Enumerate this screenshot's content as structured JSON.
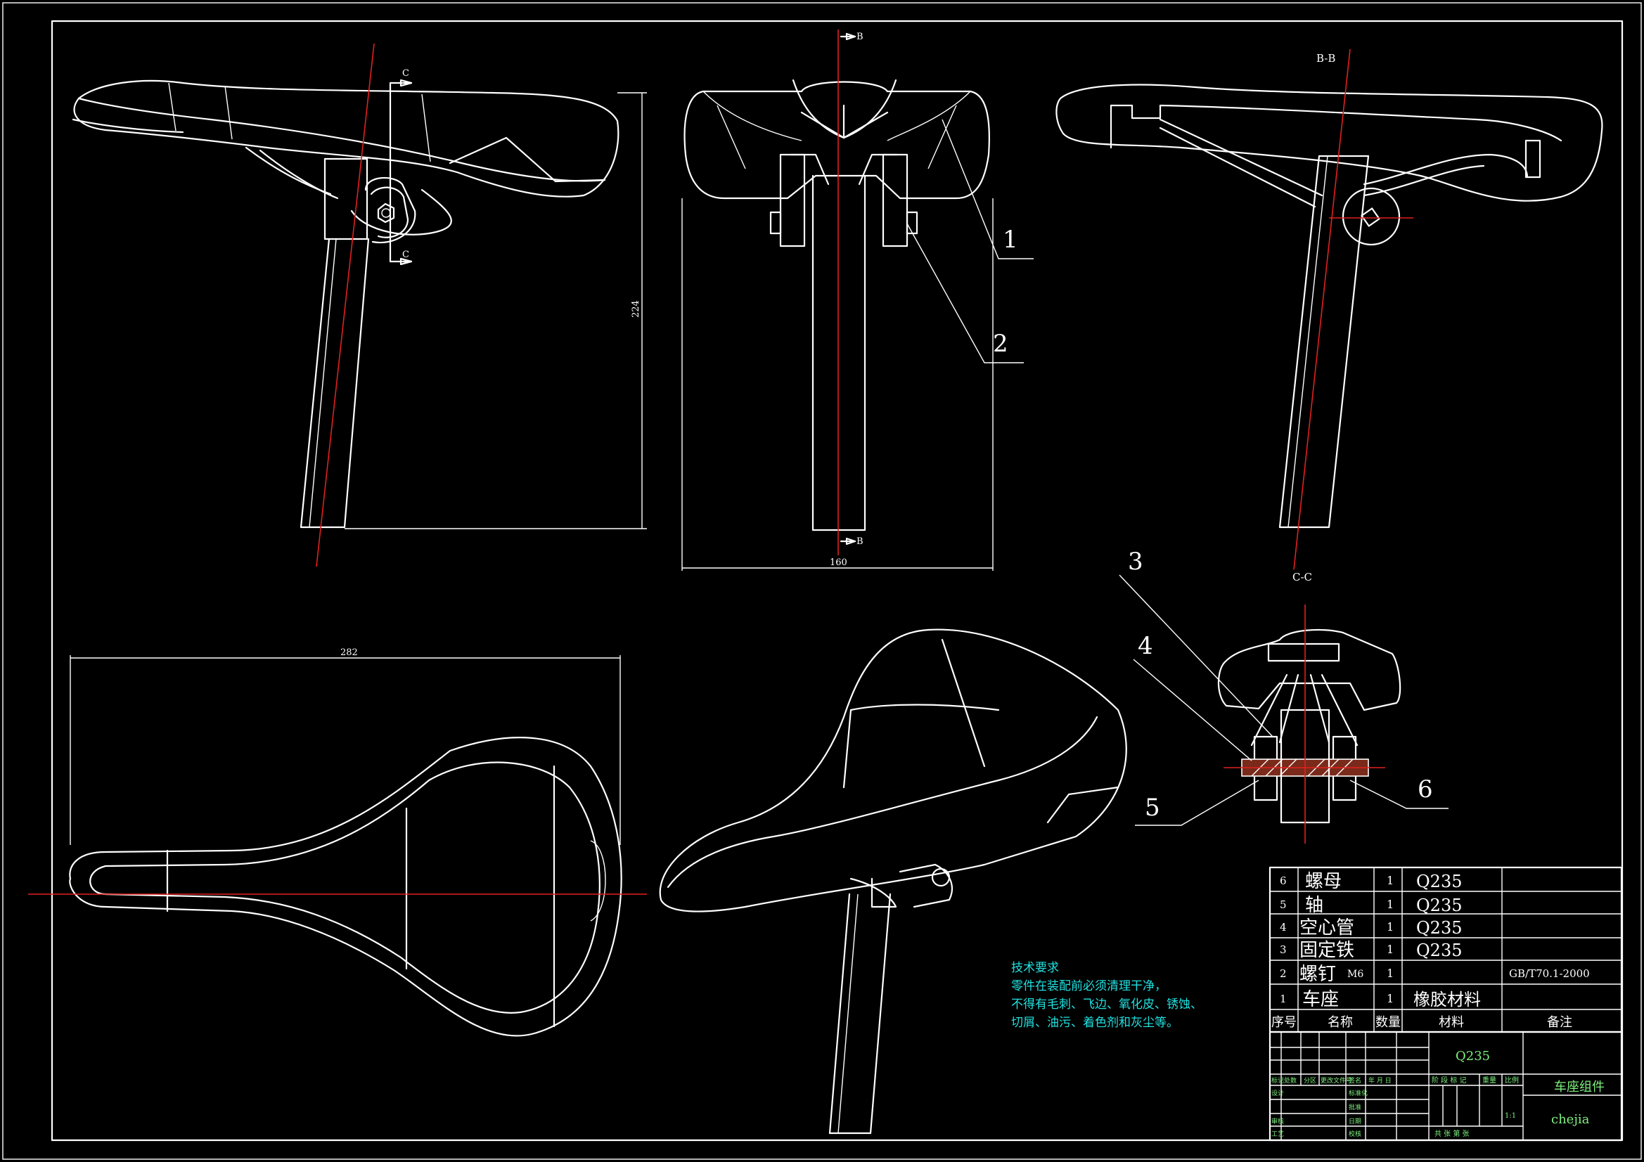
{
  "colors": {
    "background": "#000000",
    "line": "#ffffff",
    "centerline": "#e0211f",
    "tech_text": "#22e0e0",
    "title_text": "#7ff07f"
  },
  "section_labels": {
    "b_top": "B",
    "b_bottom": "B",
    "c_top": "C",
    "c_bottom": "C",
    "view_bb": "B-B",
    "view_cc": "C-C"
  },
  "dimensions": {
    "height": "224",
    "width_front": "160",
    "length_top": "282"
  },
  "leaders": [
    "1",
    "2",
    "3",
    "4",
    "5",
    "6"
  ],
  "technical_requirements": {
    "title": "技术要求",
    "lines": [
      "零件在装配前必须清理干净，",
      "不得有毛刺、飞边、氧化皮、锈蚀、",
      "切屑、油污、着色剂和灰尘等。"
    ]
  },
  "parts_table": {
    "rows": [
      {
        "no": "6",
        "name": "螺母",
        "spec": "",
        "qty": "1",
        "material": "Q235",
        "note": ""
      },
      {
        "no": "5",
        "name": "轴",
        "spec": "",
        "qty": "1",
        "material": "Q235",
        "note": ""
      },
      {
        "no": "4",
        "name": "空心管",
        "spec": "",
        "qty": "1",
        "material": "Q235",
        "note": ""
      },
      {
        "no": "3",
        "name": "固定铁",
        "spec": "",
        "qty": "1",
        "material": "Q235",
        "note": ""
      },
      {
        "no": "2",
        "name": "螺钉",
        "spec": "M6",
        "qty": "1",
        "material": "",
        "note": "GB/T70.1-2000"
      },
      {
        "no": "1",
        "name": "车座",
        "spec": "",
        "qty": "1",
        "material": "橡胶材料",
        "note": ""
      }
    ],
    "header": {
      "no": "序号",
      "name": "名称",
      "qty": "数量",
      "material": "材料",
      "note": "备注"
    }
  },
  "title_block": {
    "material": "Q235",
    "drawing_name": "车座组件",
    "drawing_code": "chejia",
    "scale": "1:1",
    "row_labels": [
      "标记",
      "处数",
      "分区",
      "更改文件号",
      "签名",
      "年 月 日"
    ],
    "left_labels": [
      "设计",
      "审核",
      "工艺"
    ],
    "mid_labels": [
      "标准化",
      "批准",
      "日期",
      "校核"
    ],
    "stage_labels": [
      "阶 段 标 记",
      "重量",
      "比例"
    ],
    "sheet_label": "共  张  第  张"
  }
}
